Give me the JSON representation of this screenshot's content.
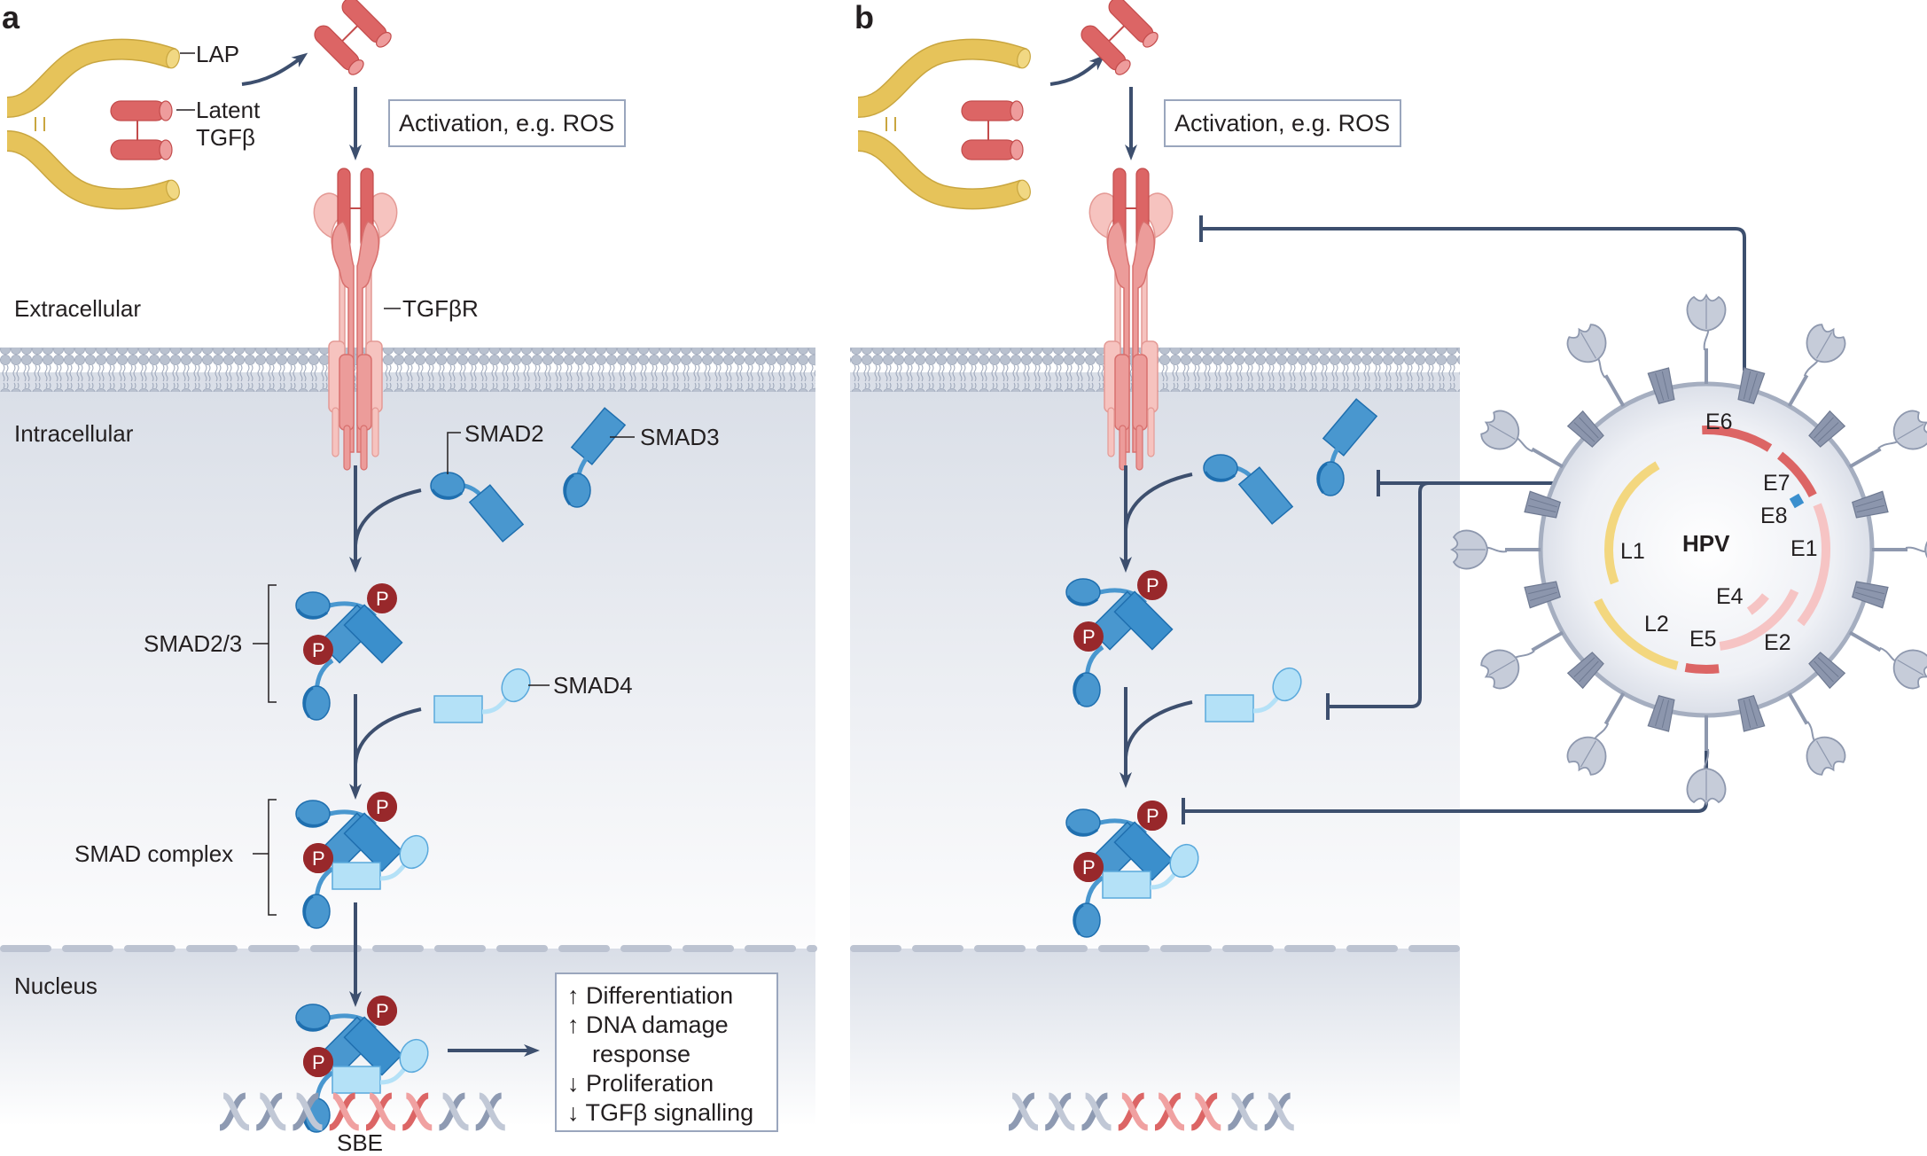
{
  "figure": {
    "panels": [
      {
        "id": "a",
        "letter": "a",
        "labels": {
          "lap": "LAP",
          "latent_tgfb_line1": "Latent",
          "latent_tgfb_line2": "TGFβ",
          "activation_box": "Activation, e.g. ROS",
          "receptor": "TGFβR",
          "extracellular": "Extracellular",
          "intracellular": "Intracellular",
          "nucleus": "Nucleus",
          "smad2": "SMAD2",
          "smad3": "SMAD3",
          "smad23": "SMAD2/3",
          "smad4": "SMAD4",
          "smad_complex": "SMAD complex",
          "sbe": "SBE",
          "phospho": "P"
        },
        "outcomes": [
          {
            "direction": "up",
            "arrow": "↑",
            "text": "Differentiation"
          },
          {
            "direction": "up",
            "arrow": "↑",
            "text": "DNA damage",
            "continuation": "response"
          },
          {
            "direction": "down",
            "arrow": "↓",
            "text": "Proliferation"
          },
          {
            "direction": "down",
            "arrow": "↓",
            "text": "TGFβ signalling"
          }
        ]
      },
      {
        "id": "b",
        "letter": "b",
        "labels": {
          "activation_box": "Activation, e.g. ROS",
          "phospho": "P"
        },
        "hpv": {
          "name": "HPV",
          "genes": [
            {
              "name": "E6",
              "color": "#dc6565",
              "target": "TGFβR"
            },
            {
              "name": "E7",
              "color": "#dc6565",
              "target": "SMAD3 / SMAD4"
            },
            {
              "name": "E8",
              "color": "#3a8fce"
            },
            {
              "name": "E1",
              "color": "#f6c4c4"
            },
            {
              "name": "E2",
              "color": "#f6c4c4"
            },
            {
              "name": "E4",
              "color": "#f6c4c4"
            },
            {
              "name": "E5",
              "color": "#dc6565",
              "target": "SMAD complex phosphorylation"
            },
            {
              "name": "L1",
              "color": "#f3d77f"
            },
            {
              "name": "L2",
              "color": "#f3d77f"
            }
          ]
        }
      }
    ],
    "colors": {
      "ligand_red": "#dc6565",
      "ligand_red_light": "#ee9c9c",
      "lap_yellow": "#e6c35a",
      "receptor_pink": "#f4b7b3",
      "smad_blue": "#3b8fcc",
      "smad_blue_dark": "#1f6faf",
      "smad4_light": "#b4e1f7",
      "phospho_red": "#98282b",
      "arrow_navy": "#3d4f6e",
      "membrane_grey": "#b8c0cf",
      "cytoplasm_grey": "#dde1e9",
      "virion_grey": "#c6ccd9"
    }
  }
}
